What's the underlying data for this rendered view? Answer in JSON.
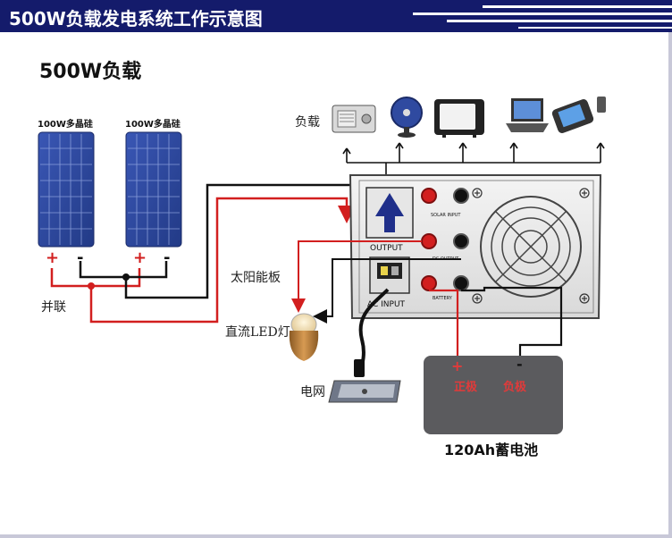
{
  "header": {
    "title": "500W负载发电系统工作示意图"
  },
  "subtitle": "500W负载",
  "panels": [
    {
      "label": "100W多晶硅",
      "plus": "+",
      "minus": "-"
    },
    {
      "label": "100W多晶硅",
      "plus": "+",
      "minus": "-"
    }
  ],
  "labels": {
    "parallel": "并联",
    "load": "负载",
    "solar_panel": "太阳能板",
    "dc_led": "直流LED灯",
    "grid": "电网"
  },
  "inverter": {
    "output_label": "OUTPUT",
    "ac_input_label": "AC INPUT",
    "solar_input_label": "SOLAR INPUT",
    "dc_output_label": "DC OUTPUT",
    "battery_label": "BATTERY"
  },
  "battery": {
    "positive_symbol": "+",
    "negative_symbol": "-",
    "positive_label": "正极",
    "negative_label": "负极",
    "name": "120Ah蓄电池"
  },
  "colors": {
    "banner": "#141b6b",
    "wire_red": "#d21f1f",
    "wire_black": "#111111",
    "panel_blue": "#2f4aa0",
    "battery_body": "#5b5b5e"
  }
}
